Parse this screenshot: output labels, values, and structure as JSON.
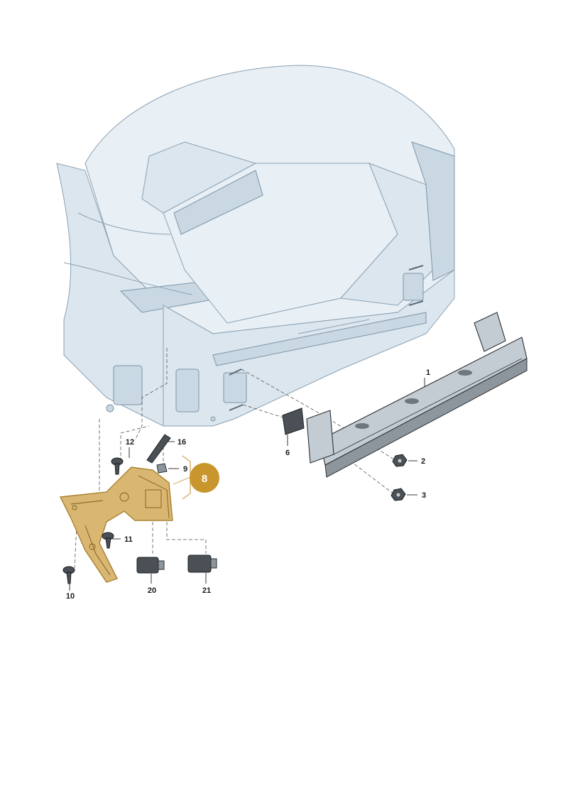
{
  "callouts": {
    "c1": "1",
    "c2": "2",
    "c3": "3",
    "c6": "6",
    "c8": "8",
    "c9": "9",
    "c10": "10",
    "c11": "11",
    "c12": "12",
    "c16": "16",
    "c20": "20",
    "c21": "21"
  },
  "colors": {
    "highlight": "#d9b772",
    "badge": "#c9962e",
    "body_tint": "#dbe6ee"
  }
}
